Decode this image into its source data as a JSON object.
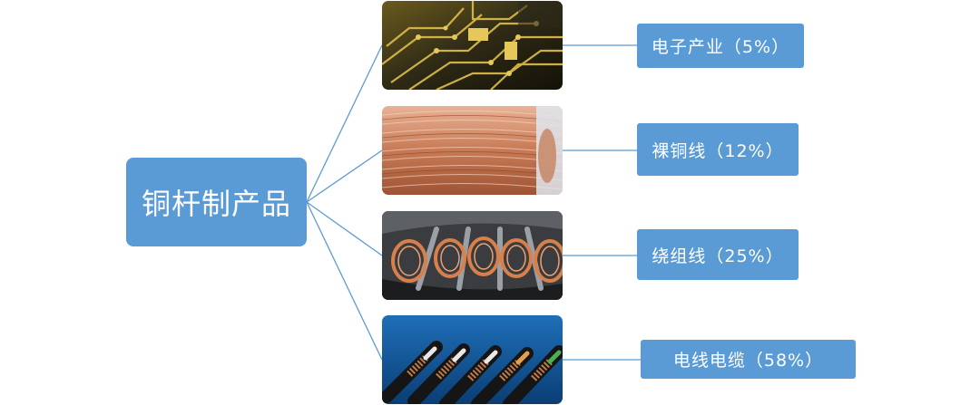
{
  "root": {
    "label": "铜杆制产品"
  },
  "branches": [
    {
      "label": "电子产业（5%）",
      "image_icon": "circuit-board-photo"
    },
    {
      "label": "裸铜线（12%）",
      "image_icon": "bare-copper-wire-coil-photo"
    },
    {
      "label": "绕组线（25%）",
      "image_icon": "motor-winding-photo"
    },
    {
      "label": "电线电缆（58%）",
      "image_icon": "cables-photo"
    }
  ],
  "colors": {
    "node_fill": "#5b9bd5",
    "node_text": "#ffffff",
    "connector": "#5b9bd5"
  }
}
